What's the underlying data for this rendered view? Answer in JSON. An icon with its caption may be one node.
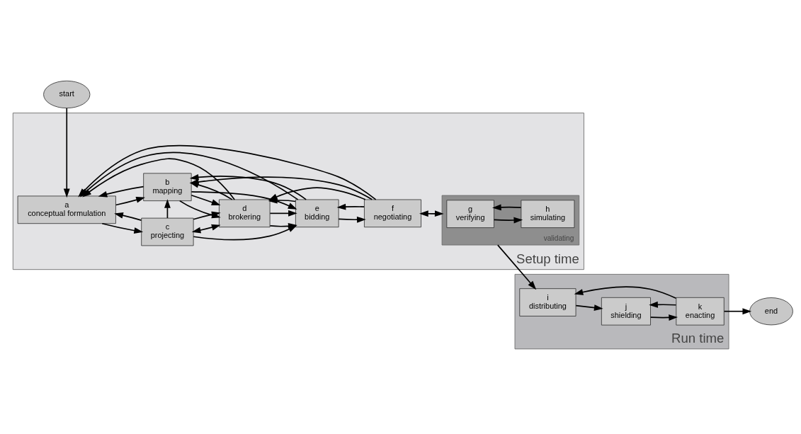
{
  "diagram": {
    "nodes": [
      {
        "text": [
          "Setup time"
        ]
      },
      {
        "text": [
          "a",
          "conceptual formulation"
        ],
        "in": 0
      },
      {
        "text": [
          "b",
          "mapping"
        ],
        "in": 0
      },
      {
        "text": [
          "c",
          "projecting"
        ],
        "in": 0
      },
      {
        "text": [
          "d",
          "brokering"
        ],
        "in": 0
      },
      {
        "text": [
          "e",
          "bidding"
        ],
        "in": 0
      },
      {
        "text": [
          "f",
          "negotiating"
        ],
        "in": 0
      },
      {
        "text": [
          "validating"
        ],
        "in": 0
      },
      {
        "text": [
          "g",
          "verifying"
        ],
        "in": 7
      },
      {
        "text": [
          "h",
          "simulating"
        ],
        "in": 7
      },
      {
        "text": [
          "Run time"
        ]
      },
      {
        "text": [
          "i",
          "distributing"
        ],
        "in": 10
      },
      {
        "text": [
          "j",
          "shielding"
        ],
        "in": 10
      },
      {
        "text": [
          "k",
          "enacting"
        ],
        "in": 10
      },
      {
        "text": [
          "start"
        ]
      },
      {
        "text": [
          "end"
        ]
      }
    ],
    "edges": [
      {
        "from": 14,
        "to": 1,
        "arrow": "to"
      },
      {
        "from": 1,
        "to": 2,
        "arrow": "to"
      },
      {
        "from": 1,
        "to": 3,
        "arrow": "to"
      },
      {
        "from": 2,
        "to": 4,
        "arrow": "to"
      },
      {
        "from": 3,
        "to": 4,
        "arrow": "both"
      },
      {
        "from": 4,
        "to": 5,
        "arrow": "to"
      },
      {
        "from": 5,
        "to": 6,
        "arrow": "to"
      },
      {
        "from": 2,
        "to": 1,
        "arrow": "to"
      },
      {
        "from": 2,
        "to": 4,
        "arrow": "to"
      },
      {
        "from": 2,
        "to": 5,
        "arrow": "to"
      },
      {
        "from": 3,
        "to": 1,
        "arrow": "to"
      },
      {
        "from": 3,
        "to": 2,
        "arrow": "to"
      },
      {
        "from": 3,
        "to": 4,
        "arrow": "to"
      },
      {
        "from": 3,
        "to": 5,
        "arrow": "to"
      },
      {
        "from": 4,
        "to": 1,
        "arrow": "to"
      },
      {
        "from": 4,
        "to": 2,
        "arrow": "to"
      },
      {
        "from": 4,
        "to": 5,
        "arrow": "to"
      },
      {
        "from": 5,
        "to": 1,
        "arrow": "to"
      },
      {
        "from": 5,
        "to": 2,
        "arrow": "to"
      },
      {
        "from": 5,
        "to": 4,
        "arrow": "to"
      },
      {
        "from": 6,
        "to": 1,
        "arrow": "to"
      },
      {
        "from": 6,
        "to": 2,
        "arrow": "to"
      },
      {
        "from": 6,
        "to": 4,
        "arrow": "to"
      },
      {
        "from": 6,
        "to": 5,
        "arrow": "to"
      },
      {
        "from": 6,
        "to": 7,
        "arrow": "both"
      },
      {
        "from": 8,
        "to": 9,
        "arrow": "to"
      },
      {
        "from": 9,
        "to": 8,
        "arrow": "to"
      },
      {
        "from": 7,
        "to": 11,
        "arrow": "to"
      },
      {
        "from": 11,
        "to": 12,
        "arrow": "to"
      },
      {
        "from": 12,
        "to": 13,
        "arrow": "to"
      },
      {
        "from": 13,
        "to": 12,
        "arrow": "to"
      },
      {
        "from": 13,
        "to": 11,
        "arrow": "to"
      },
      {
        "from": 13,
        "to": 15,
        "arrow": "to"
      }
    ]
  }
}
